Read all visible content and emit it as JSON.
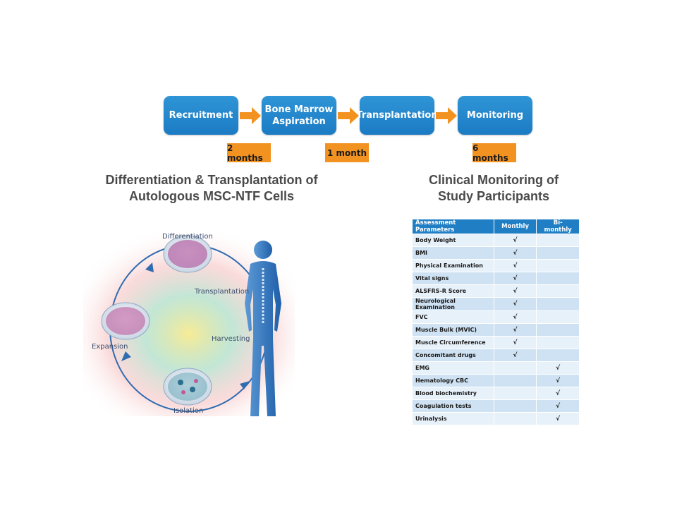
{
  "timeline": {
    "steps": [
      {
        "line1": "Recruitment",
        "line2": ""
      },
      {
        "line1": "Bone Marrow",
        "line2": "Aspiration"
      },
      {
        "line1": "Transplantation",
        "line2": ""
      },
      {
        "line1": "Monitoring",
        "line2": ""
      }
    ],
    "durations": [
      "2 months",
      "1 month",
      "6 months"
    ]
  },
  "left_heading": {
    "line1": "Differentiation & Transplantation of",
    "line2": "Autologous MSC-NTF Cells"
  },
  "right_heading": {
    "line1": "Clinical Monitoring of",
    "line2": "Study Participants"
  },
  "cycle": {
    "differentiation": "Differentiation",
    "transplantation": "Transplantation",
    "harvesting": "Harvesting",
    "expansion": "Expansion",
    "isolation": "Isolation"
  },
  "table": {
    "headers": [
      "Assessment Parameters",
      "Monthly",
      "Bi-monthly"
    ],
    "check": "√",
    "rows": [
      {
        "name": "Body Weight",
        "monthly": "√",
        "bimonthly": ""
      },
      {
        "name": "BMI",
        "monthly": "√",
        "bimonthly": ""
      },
      {
        "name": "Physical Examination",
        "monthly": "√",
        "bimonthly": ""
      },
      {
        "name": "Vital signs",
        "monthly": "√",
        "bimonthly": ""
      },
      {
        "name": "ALSFRS-R Score",
        "monthly": "√",
        "bimonthly": ""
      },
      {
        "name": "Neurological Examination",
        "monthly": "√",
        "bimonthly": ""
      },
      {
        "name": "FVC",
        "monthly": "√",
        "bimonthly": ""
      },
      {
        "name": "Muscle Bulk (MVIC)",
        "monthly": "√",
        "bimonthly": ""
      },
      {
        "name": "Muscle Circumference",
        "monthly": "√",
        "bimonthly": ""
      },
      {
        "name": "Concomitant drugs",
        "monthly": "√",
        "bimonthly": ""
      },
      {
        "name": "EMG",
        "monthly": "",
        "bimonthly": "√"
      },
      {
        "name": "Hematology CBC",
        "monthly": "",
        "bimonthly": "√"
      },
      {
        "name": "Blood biochemistry",
        "monthly": "",
        "bimonthly": "√"
      },
      {
        "name": "Coagulation tests",
        "monthly": "",
        "bimonthly": "√"
      },
      {
        "name": "Urinalysis",
        "monthly": "",
        "bimonthly": "√"
      }
    ]
  },
  "colors": {
    "step_blue": "#1f86cc",
    "duration_orange": "#f29221",
    "arrow_orange": "#f29221",
    "table_header": "#1f7ec4"
  }
}
